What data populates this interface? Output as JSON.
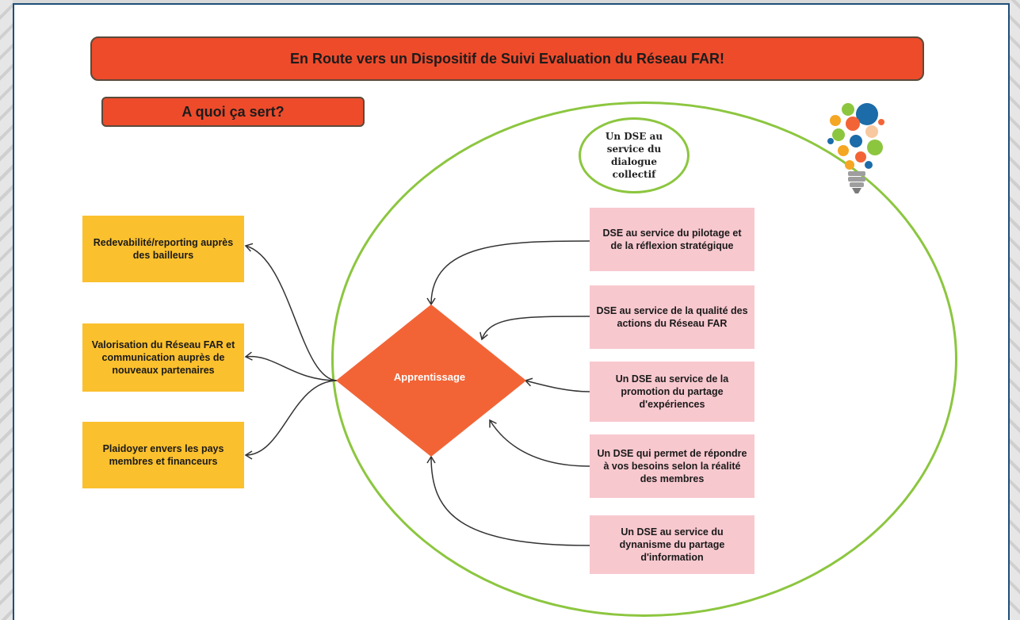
{
  "title": "En Route vers un Dispositif de Suivi Evaluation du Réseau FAR!",
  "subtitle": "A quoi ça sert?",
  "center_circle": "Un DSE au\nservice du\ndialogue\ncollectif",
  "center_node": "Apprentissage",
  "left_outputs": [
    "Redevabilité/reporting auprès des bailleurs",
    "Valorisation du Réseau FAR et communication auprès de nouveaux partenaires",
    "Plaidoyer envers les pays membres et financeurs"
  ],
  "right_inputs": [
    "DSE au service du pilotage et de la réflexion stratégique",
    "DSE au service de la qualité des actions du Réseau FAR",
    "Un DSE au service de la promotion du partage d'expériences",
    "Un DSE qui permet de répondre à vos besoins selon la réalité des membres",
    "Un DSE au service du dynanisme du partage d'information"
  ],
  "colors": {
    "banner": "#ee4b2b",
    "circle": "#8cc63f",
    "diamond": "#f26436",
    "left_box": "#fbc02d",
    "right_box": "#f8c8cf",
    "frame": "#1f4e79"
  },
  "icons": [
    "lightbulb-icon"
  ]
}
